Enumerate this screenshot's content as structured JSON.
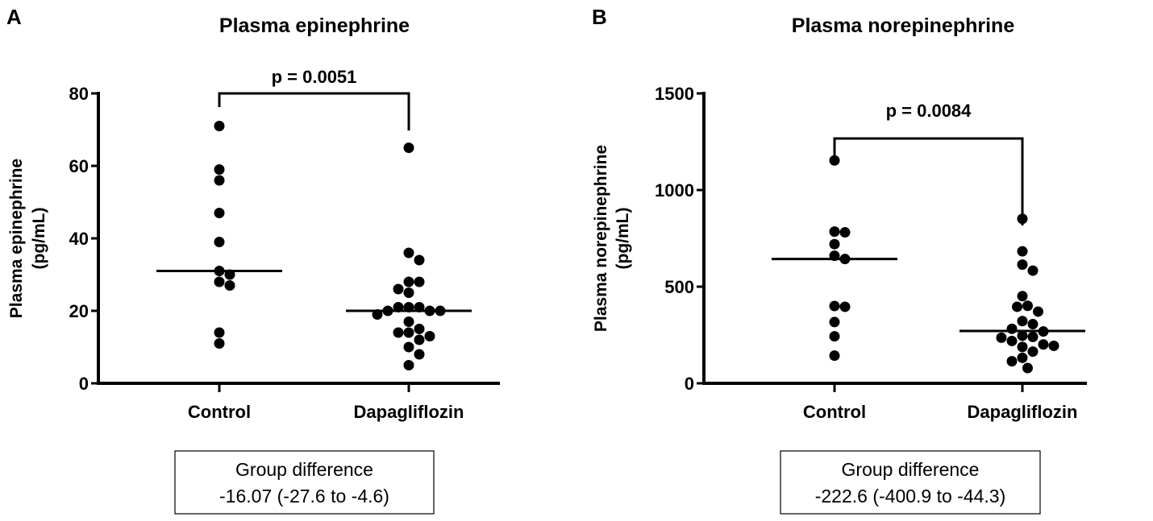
{
  "chart_data": [
    {
      "panel_label": "A",
      "type": "scatter",
      "title": "Plasma epinephrine",
      "ylabel_line1": "Plasma epinephrine",
      "ylabel_line2": "(pg/mL)",
      "categories": [
        "Control",
        "Dapagliflozin"
      ],
      "ylim": [
        0,
        80
      ],
      "yticks": [
        "0",
        "20",
        "40",
        "60",
        "80"
      ],
      "grid": false,
      "series": [
        {
          "category": "Control",
          "values": [
            71,
            59,
            56,
            47,
            39,
            31,
            30,
            28,
            27,
            14,
            11
          ],
          "center_line": 31
        },
        {
          "category": "Dapagliflozin",
          "values": [
            65,
            36,
            34,
            28,
            28,
            26,
            25,
            21,
            21,
            21,
            20,
            20,
            20,
            19,
            17,
            15,
            14,
            14,
            13,
            12,
            10,
            8,
            5
          ],
          "center_line": 20
        }
      ],
      "significance": "p = 0.0051",
      "group_difference_label": "Group difference",
      "group_difference_value": "-16.07 (-27.6 to -4.6)"
    },
    {
      "panel_label": "B",
      "type": "scatter",
      "title": "Plasma norepinephrine",
      "ylabel_line1": "Plasma norepinephrine",
      "ylabel_line2": "(pg/mL)",
      "categories": [
        "Control",
        "Dapagliflozin"
      ],
      "ylim": [
        0,
        1500
      ],
      "yticks": [
        "0",
        "500",
        "1000",
        "1500"
      ],
      "grid": false,
      "series": [
        {
          "category": "Control",
          "values": [
            1153,
            785,
            781,
            720,
            660,
            643,
            400,
            396,
            317,
            243,
            143
          ],
          "center_line": 643
        },
        {
          "category": "Dapagliflozin",
          "values": [
            851,
            683,
            614,
            583,
            451,
            401,
            396,
            371,
            322,
            306,
            282,
            268,
            246,
            240,
            236,
            219,
            201,
            194,
            188,
            164,
            132,
            114,
            79
          ],
          "center_line": 271
        }
      ],
      "significance": "p = 0.0084",
      "group_difference_label": "Group difference",
      "group_difference_value": "-222.6 (-400.9 to -44.3)"
    }
  ]
}
